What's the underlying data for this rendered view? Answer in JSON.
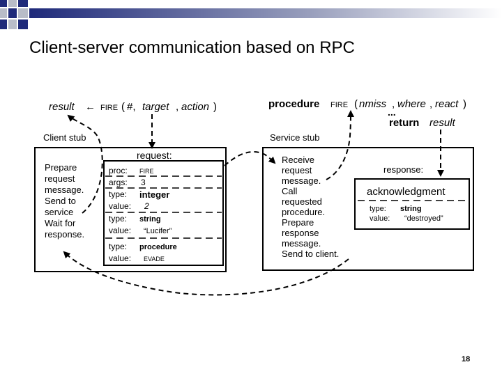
{
  "slide": {
    "title": "Client-server communication based on RPC",
    "page_number": "18"
  },
  "client": {
    "call": {
      "result": "result",
      "arrow": "←",
      "fire": "FIRE",
      "open": "(",
      "hash": "#,",
      "target": "target",
      "comma": ",",
      "action": "action",
      "close": ")"
    },
    "stub_label": "Client stub",
    "steps": [
      "Prepare",
      "request",
      "message.",
      "Send to",
      "service",
      "Wait for",
      "response."
    ]
  },
  "request": {
    "heading": "request:",
    "rows": [
      {
        "label": "proc:",
        "value": "FIRE"
      },
      {
        "label": "args:",
        "value": "3"
      },
      {
        "label": "type:",
        "value": "integer"
      },
      {
        "label": "value:",
        "value": "2"
      },
      {
        "label": "type:",
        "value": "string"
      },
      {
        "label": "value:",
        "value": "“Lucifer”"
      },
      {
        "label": "type:",
        "value": "procedure"
      },
      {
        "label": "value:",
        "value": "EVADE"
      }
    ]
  },
  "service": {
    "proc": {
      "keyword": "procedure",
      "fire": "FIRE",
      "open": "(",
      "nmiss": "nmiss",
      "comma1": ",",
      "where": "where",
      "comma2": ",",
      "react": "react",
      "close": ")"
    },
    "ellipsis": "...",
    "return": {
      "keyword": "return",
      "value": "result"
    },
    "stub_label": "Service stub",
    "steps": [
      "Receive",
      "request",
      "message.",
      "Call",
      "requested",
      "procedure.",
      "Prepare",
      "response",
      "message.",
      "Send to client."
    ],
    "response_heading": "response:",
    "ack": {
      "title": "acknowledgment",
      "type_label": "type:",
      "type_value": "string",
      "value_label": "value:",
      "value_value": "“destroyed”"
    }
  },
  "colors": {
    "deco_navy": "#1f2a7a",
    "deco_gray": "#b8bcc8",
    "box_stroke": "#000000"
  }
}
